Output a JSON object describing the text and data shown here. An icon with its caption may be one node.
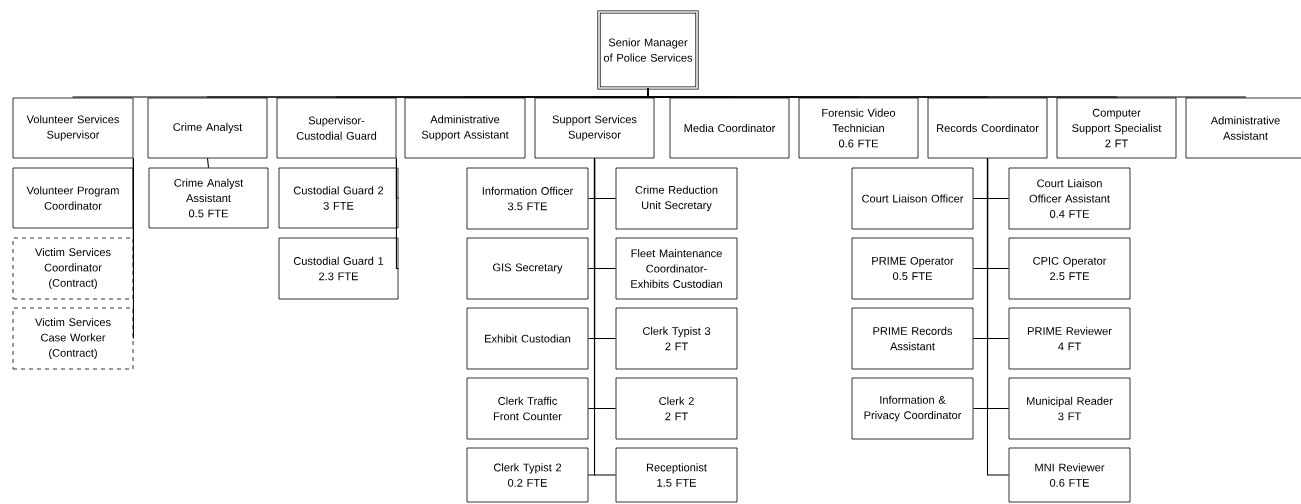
{
  "diagram": {
    "nodes": [
      {
        "text": [
          "Senior Manager of Police Services"
        ]
      },
      {
        "text": [
          "Volunteer Services Supervisor"
        ]
      },
      {
        "text": [
          "Crime Analyst"
        ]
      },
      {
        "text": [
          "Supervisor- Custodial Guard"
        ]
      },
      {
        "text": [
          "Administrative Support Assistant"
        ]
      },
      {
        "text": [
          "Support Services Supervisor"
        ]
      },
      {
        "text": [
          "Media Coordinator"
        ]
      },
      {
        "text": [
          "Forensic Video Technician",
          "0.6 FTE"
        ]
      },
      {
        "text": [
          "Records Coordinator"
        ]
      },
      {
        "text": [
          "Computer Support Specialist",
          "2 FT"
        ]
      },
      {
        "text": [
          "Administrative Assistant"
        ]
      },
      {
        "text": [
          "Volunteer Program Coordinator"
        ]
      },
      {
        "text": [
          "Victim Services Coordinator",
          "(Contract)"
        ]
      },
      {
        "text": [
          "Victim Services Case Worker",
          "(Contract)"
        ]
      },
      {
        "text": [
          "Crime Analyst Assistant",
          "0.5 FTE"
        ]
      },
      {
        "text": [
          "Custodial Guard 2",
          "3 FTE"
        ]
      },
      {
        "text": [
          "Custodial Guard 1",
          "2.3 FTE"
        ]
      },
      {
        "text": [
          "Information Officer",
          "3.5 FTE"
        ]
      },
      {
        "text": [
          "Crime Reduction Unit Secretary"
        ]
      },
      {
        "text": [
          "GIS Secretary"
        ]
      },
      {
        "text": [
          "Fleet Maintenance Coordinator- Exhibits Custodian"
        ]
      },
      {
        "text": [
          "Exhibit Custodian"
        ]
      },
      {
        "text": [
          "Clerk Typist 3",
          "2 FT"
        ]
      },
      {
        "text": [
          "Clerk Traffic Front Counter"
        ]
      },
      {
        "text": [
          "Clerk 2",
          "2 FT"
        ]
      },
      {
        "text": [
          "Clerk Typist 2",
          "0.2 FTE"
        ]
      },
      {
        "text": [
          "Receptionist",
          "1.5 FTE"
        ]
      },
      {
        "text": [
          "Court Liaison Officer"
        ]
      },
      {
        "text": [
          "Court Liaison Officer Assistant",
          "0.4 FTE"
        ]
      },
      {
        "text": [
          "PRIME Operator",
          "0.5 FTE"
        ]
      },
      {
        "text": [
          "CPIC Operator",
          "2.5 FTE"
        ]
      },
      {
        "text": [
          "PRIME Records Assistant"
        ]
      },
      {
        "text": [
          "PRIME Reviewer",
          "4 FT"
        ]
      },
      {
        "text": [
          "Information & Privacy Coordinator"
        ]
      },
      {
        "text": [
          "Municipal Reader",
          "3 FT"
        ]
      },
      {
        "text": [
          "MNI Reviewer",
          "0.6 FTE"
        ]
      }
    ],
    "edges": [
      {
        "from": 0,
        "to": 1,
        "arrow": "none"
      },
      {
        "from": 0,
        "to": 2,
        "arrow": "none"
      },
      {
        "from": 0,
        "to": 3,
        "arrow": "none"
      },
      {
        "from": 0,
        "to": 4,
        "arrow": "none"
      },
      {
        "from": 0,
        "to": 5,
        "arrow": "none"
      },
      {
        "from": 0,
        "to": 6,
        "arrow": "none"
      },
      {
        "from": 0,
        "to": 7,
        "arrow": "none"
      },
      {
        "from": 0,
        "to": 8,
        "arrow": "none"
      },
      {
        "from": 0,
        "to": 9,
        "arrow": "none"
      },
      {
        "from": 0,
        "to": 10,
        "arrow": "none"
      },
      {
        "from": 1,
        "to": 11,
        "arrow": "none"
      },
      {
        "from": 1,
        "to": 12,
        "arrow": "none"
      },
      {
        "from": 1,
        "to": 13,
        "arrow": "none"
      },
      {
        "from": 2,
        "to": 14,
        "arrow": "none"
      },
      {
        "from": 3,
        "to": 15,
        "arrow": "none"
      },
      {
        "from": 3,
        "to": 16,
        "arrow": "none"
      },
      {
        "from": 5,
        "to": 17,
        "arrow": "none"
      },
      {
        "from": 5,
        "to": 18,
        "arrow": "none"
      },
      {
        "from": 5,
        "to": 19,
        "arrow": "none"
      },
      {
        "from": 5,
        "to": 20,
        "arrow": "none"
      },
      {
        "from": 5,
        "to": 21,
        "arrow": "none"
      },
      {
        "from": 5,
        "to": 22,
        "arrow": "none"
      },
      {
        "from": 5,
        "to": 23,
        "arrow": "none"
      },
      {
        "from": 5,
        "to": 24,
        "arrow": "none"
      },
      {
        "from": 5,
        "to": 25,
        "arrow": "none"
      },
      {
        "from": 5,
        "to": 26,
        "arrow": "none"
      },
      {
        "from": 8,
        "to": 27,
        "arrow": "none"
      },
      {
        "from": 8,
        "to": 28,
        "arrow": "none"
      },
      {
        "from": 8,
        "to": 29,
        "arrow": "none"
      },
      {
        "from": 8,
        "to": 30,
        "arrow": "none"
      },
      {
        "from": 8,
        "to": 31,
        "arrow": "none"
      },
      {
        "from": 8,
        "to": 32,
        "arrow": "none"
      },
      {
        "from": 8,
        "to": 33,
        "arrow": "none"
      },
      {
        "from": 8,
        "to": 34,
        "arrow": "none"
      },
      {
        "from": 8,
        "to": 35,
        "arrow": "none"
      }
    ]
  }
}
